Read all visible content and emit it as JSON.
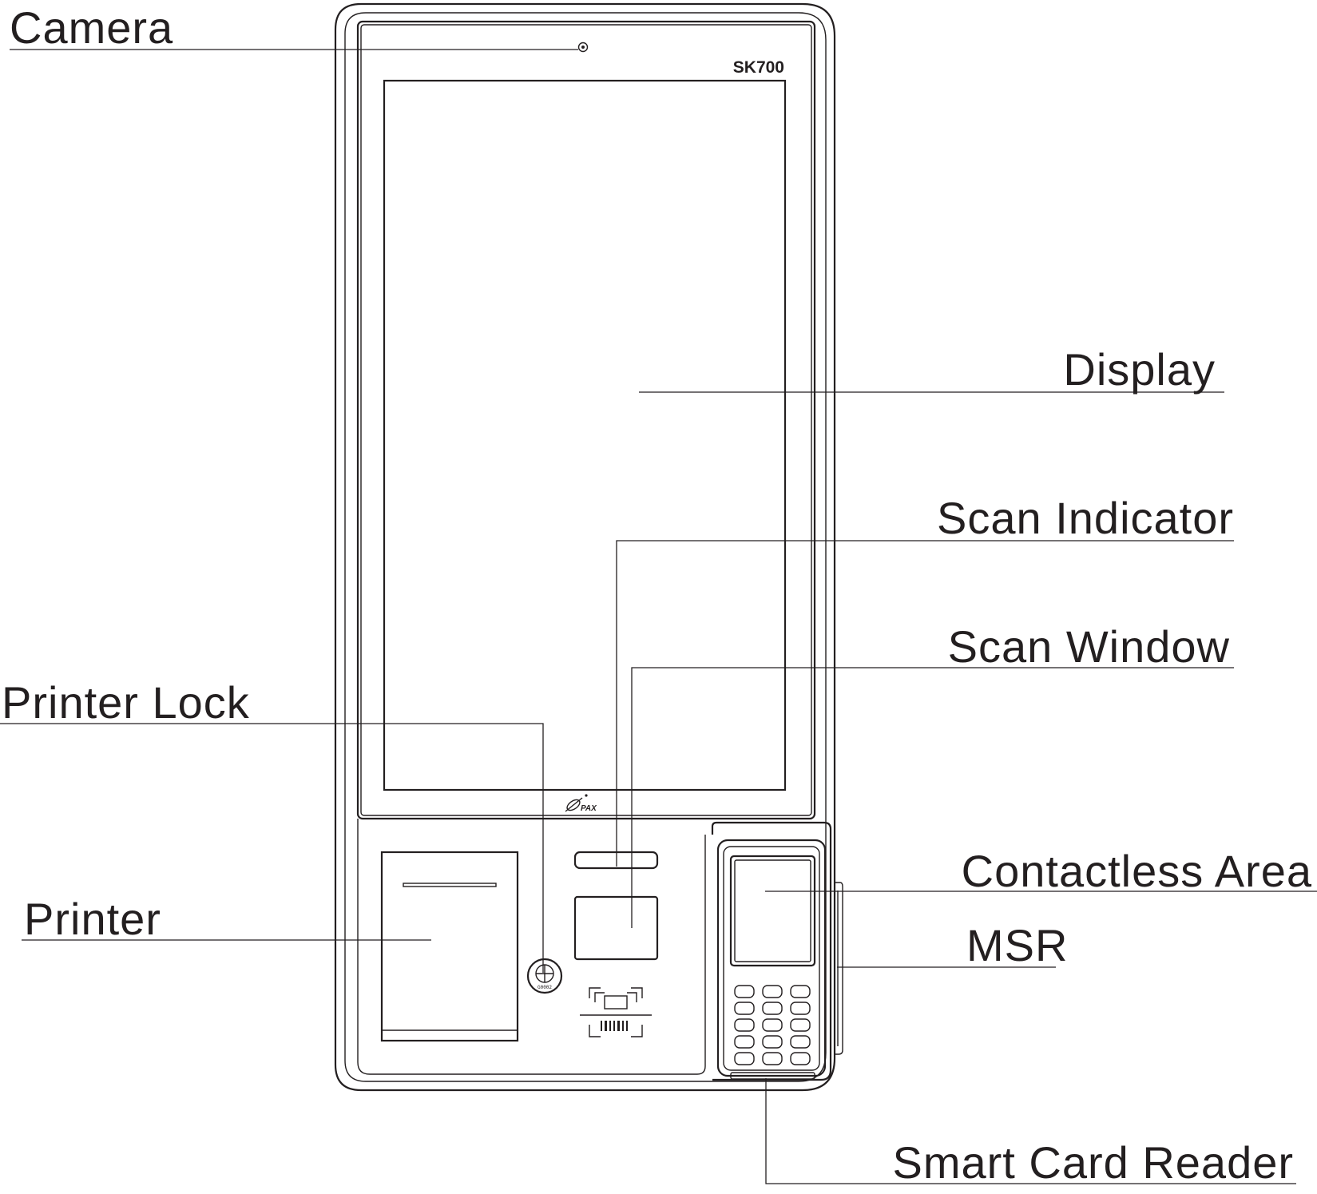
{
  "device": {
    "model": "SK700",
    "brand": "PAX",
    "lock_code": "G0002"
  },
  "callouts": {
    "camera": "Camera",
    "display": "Display",
    "scan_indicator": "Scan Indicator",
    "scan_window": "Scan Window",
    "printer_lock": "Printer Lock",
    "printer": "Printer",
    "contactless_area": "Contactless Area",
    "msr": "MSR",
    "smart_card_reader": "Smart Card Reader"
  },
  "colors": {
    "line": "#231f20",
    "background": "#ffffff"
  }
}
